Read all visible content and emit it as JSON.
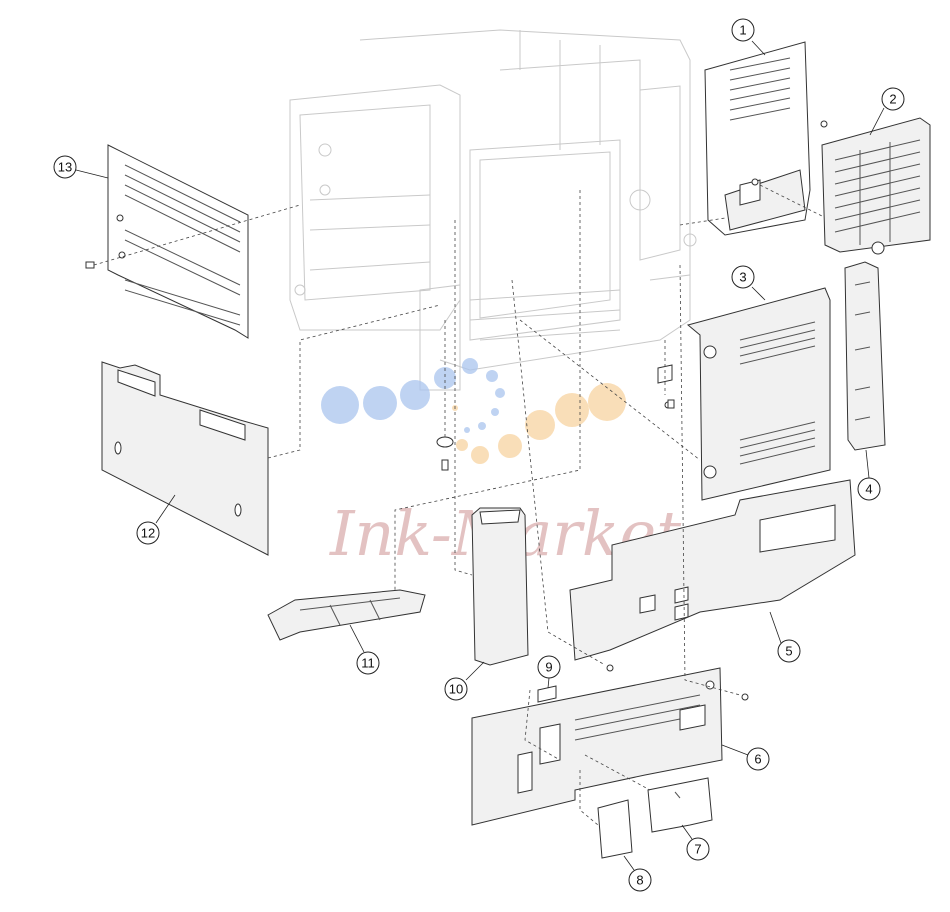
{
  "diagram": {
    "callouts": [
      {
        "id": "1",
        "label": "1"
      },
      {
        "id": "2",
        "label": "2"
      },
      {
        "id": "3",
        "label": "3"
      },
      {
        "id": "4",
        "label": "4"
      },
      {
        "id": "5",
        "label": "5"
      },
      {
        "id": "6",
        "label": "6"
      },
      {
        "id": "7",
        "label": "7"
      },
      {
        "id": "8",
        "label": "8"
      },
      {
        "id": "9",
        "label": "9"
      },
      {
        "id": "10",
        "label": "10"
      },
      {
        "id": "11",
        "label": "11"
      },
      {
        "id": "12",
        "label": "12"
      },
      {
        "id": "13",
        "label": "13"
      }
    ],
    "watermark": {
      "text": "Ink-Market",
      "color": "#d8a9a9",
      "dot_colors": [
        "#a9c4ee",
        "#f8d6a6"
      ]
    }
  }
}
